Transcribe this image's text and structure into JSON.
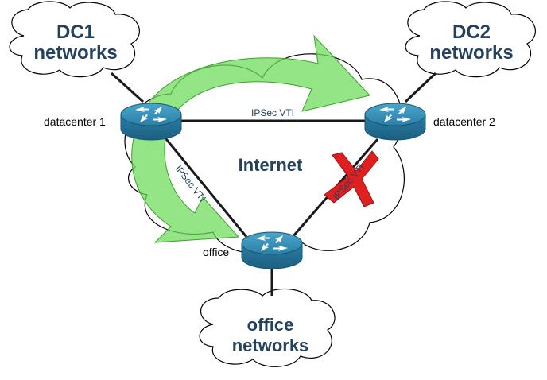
{
  "clouds": {
    "dc1": {
      "line1": "DC1",
      "line2": "networks"
    },
    "dc2": {
      "line1": "DC2",
      "line2": "networks"
    },
    "office": {
      "line1": "office",
      "line2": "networks"
    },
    "internet": "Internet"
  },
  "routers": {
    "dc1": "datacenter 1",
    "dc2": "datacenter 2",
    "office": "office"
  },
  "links": {
    "dc1_dc2": "IPSec VTI",
    "dc1_office": "IPSec VTI",
    "dc2_office": "IPSec VTI"
  },
  "colors": {
    "cloud_stroke": "#000000",
    "router_blue": "#2b7fa6",
    "router_dark": "#1c5f80",
    "text": "#24415e",
    "arrow_green": "#7ddc6e",
    "fail_red": "#e02020"
  },
  "status": {
    "dc2_office_link": "failed"
  }
}
